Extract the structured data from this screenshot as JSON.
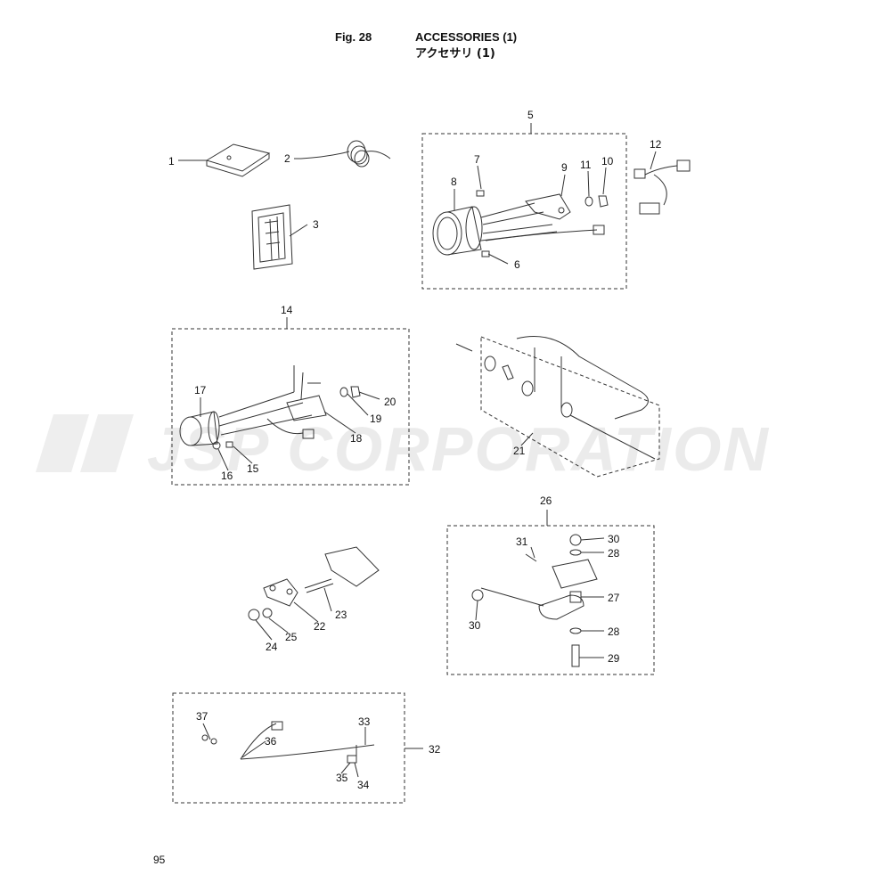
{
  "header": {
    "fig_label": "Fig. 28",
    "title_en": "ACCESSORIES (1)",
    "title_jp": "アクセサリ (1)"
  },
  "watermark": "JSP CORPORATION",
  "page_number": "95",
  "callouts": {
    "c1": "1",
    "c2": "2",
    "c3": "3",
    "c5": "5",
    "c6": "6",
    "c7": "7",
    "c8": "8",
    "c9": "9",
    "c10": "10",
    "c11": "11",
    "c12": "12",
    "c14": "14",
    "c15": "15",
    "c16": "16",
    "c17": "17",
    "c18": "18",
    "c19": "19",
    "c20": "20",
    "c21": "21",
    "c22": "22",
    "c23": "23",
    "c24": "24",
    "c25": "25",
    "c26": "26",
    "c27": "27",
    "c28a": "28",
    "c28b": "28",
    "c29": "29",
    "c30a": "30",
    "c30b": "30",
    "c31": "31",
    "c32": "32",
    "c33": "33",
    "c34": "34",
    "c35": "35",
    "c36": "36",
    "c37": "37"
  },
  "colors": {
    "line": "#333333",
    "watermark": "#e8e8e8"
  }
}
